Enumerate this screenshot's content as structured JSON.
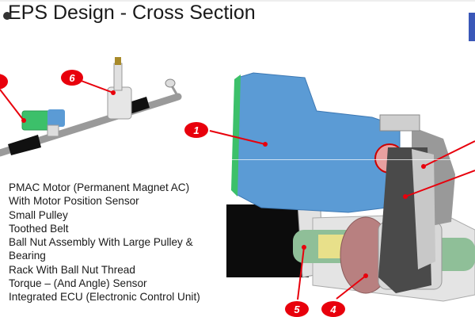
{
  "slide": {
    "title": "EPS Design - Cross Section"
  },
  "components": [
    "PMAC Motor (Permanent Magnet AC)",
    "With Motor Position Sensor",
    "Small Pulley",
    "Toothed Belt",
    "Ball Nut Assembly With Large Pulley &",
    "Bearing",
    "Rack With Ball Nut Thread",
    "Torque – (And Angle) Sensor",
    "Integrated ECU (Electronic Control Unit)"
  ],
  "callouts": {
    "overview_ecu": "",
    "overview_sensor": "6",
    "motor": "1",
    "small_pulley": "",
    "belt": "",
    "ball_nut": "4",
    "rack": "5"
  },
  "colors": {
    "callout": "#e8000c",
    "motor_blue": "#5b9bd5",
    "ecu_green": "#3cc06a",
    "belt_gray": "#555555",
    "logo_blue": "#3a57b8"
  }
}
